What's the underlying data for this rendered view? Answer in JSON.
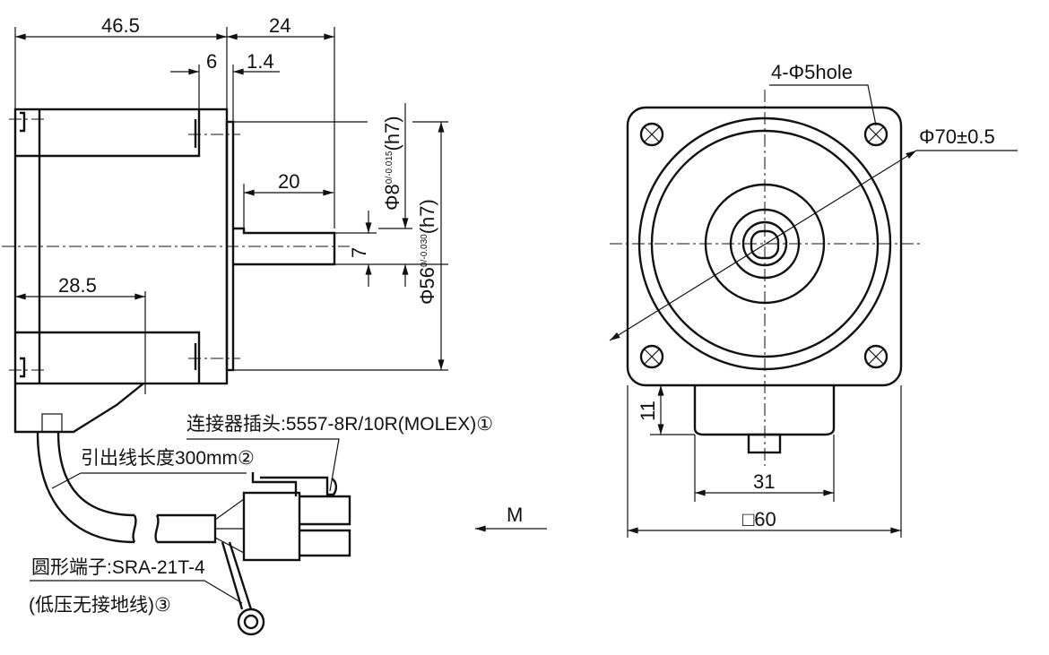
{
  "side_view": {
    "dim_length_body": "46.5",
    "dim_length_shaft": "24",
    "dim_flange_6": "6",
    "dim_flange_1_4": "1.4",
    "dim_shaft_flat": "20",
    "dim_flat_7": "7",
    "dim_shaft_dia": "Φ8",
    "dim_shaft_tol": "0/-0.015",
    "dim_shaft_fit": "(h7)",
    "dim_pilot_dia": "Φ56",
    "dim_pilot_tol": "0/-0.030",
    "dim_pilot_fit": "(h7)",
    "dim_cable_pos": "28.5"
  },
  "callouts": {
    "connector": "连接器插头:5557-8R/10R(MOLEX)①",
    "lead_length": "引出线长度300mm②",
    "terminal": "圆形端子:SRA-21T-4",
    "terminal_note": "(低压无接地线)③",
    "view_arrow": "M"
  },
  "front_view": {
    "holes": "4-Φ5hole",
    "pcd": "Φ70±0.5",
    "dim_11": "11",
    "dim_31": "31",
    "dim_square": "□60"
  }
}
